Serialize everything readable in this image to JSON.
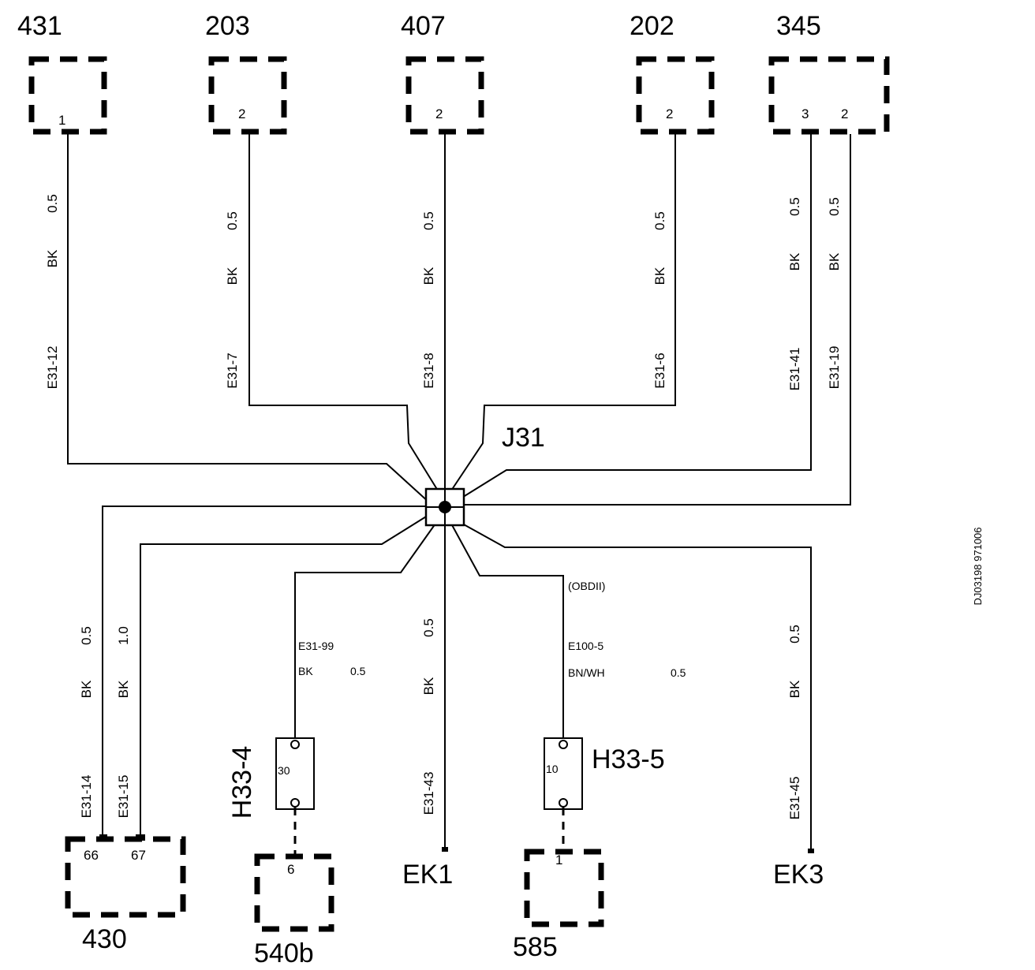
{
  "connectors": {
    "c431": {
      "id": "431",
      "pins": [
        "1"
      ]
    },
    "c203": {
      "id": "203",
      "pins": [
        "2"
      ]
    },
    "c407": {
      "id": "407",
      "pins": [
        "2"
      ]
    },
    "c202": {
      "id": "202",
      "pins": [
        "2"
      ]
    },
    "c345": {
      "id": "345",
      "pins": [
        "3",
        "2"
      ]
    },
    "c430": {
      "id": "430",
      "pins": [
        "66",
        "67"
      ]
    },
    "c540b": {
      "id": "540b",
      "pins": [
        "6"
      ]
    },
    "c585": {
      "id": "585",
      "pins": [
        "1"
      ]
    }
  },
  "splice": {
    "id": "J31"
  },
  "fuses": {
    "h33_4": {
      "id": "H33-4",
      "pin": "30"
    },
    "h33_5": {
      "id": "H33-5",
      "pin": "10"
    }
  },
  "grounds": {
    "ek1": "EK1",
    "ek3": "EK3"
  },
  "wires": {
    "w431": {
      "size": "0.5",
      "color": "BK",
      "code": "E31-12"
    },
    "w203": {
      "size": "0.5",
      "color": "BK",
      "code": "E31-7"
    },
    "w407": {
      "size": "0.5",
      "color": "BK",
      "code": "E31-8"
    },
    "w202": {
      "size": "0.5",
      "color": "BK",
      "code": "E31-6"
    },
    "w345_3": {
      "size": "0.5",
      "color": "BK",
      "code": "E31-41"
    },
    "w345_2": {
      "size": "0.5",
      "color": "BK",
      "code": "E31-19"
    },
    "w430_66": {
      "size": "0.5",
      "color": "BK",
      "code": "E31-14"
    },
    "w430_67": {
      "size": "1.0",
      "color": "BK",
      "code": "E31-15"
    },
    "wh334": {
      "size": "0.5",
      "color": "BK",
      "code": "E31-99"
    },
    "wek1": {
      "size": "0.5",
      "color": "BK",
      "code": "E31-43"
    },
    "wh335": {
      "size": "0.5",
      "color": "BN/WH",
      "code": "E100-5",
      "note": "(OBDII)"
    },
    "wek3": {
      "size": "0.5",
      "color": "BK",
      "code": "E31-45"
    }
  },
  "diagram_id": "DJ03198 971006"
}
